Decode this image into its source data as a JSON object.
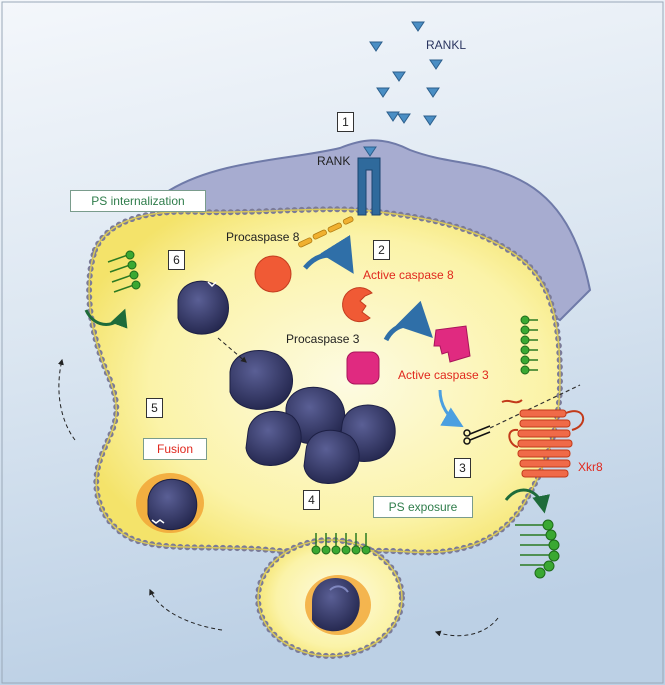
{
  "labels": {
    "rankl": "RANKL",
    "rank": "RANK",
    "procaspase8": "Procaspase 8",
    "active_caspase8": "Active caspase 8",
    "procaspase3": "Procaspase 3",
    "active_caspase3": "Active caspase 3",
    "xkr8": "Xkr8",
    "ps_internalization": "PS internalization",
    "ps_exposure": "PS exposure",
    "fusion": "Fusion"
  },
  "steps": [
    "1",
    "2",
    "3",
    "4",
    "5",
    "6"
  ],
  "colors": {
    "background": "#c9d9ea",
    "cytoplasm": "#fbf5b4",
    "cell_top": "#a9aed1",
    "nucleus": "#2e3260",
    "caspase8": "#f0603a",
    "caspase3": "#e0257a",
    "xkr8": "#e8563a",
    "ps_lipid": "#3aa832",
    "label_red": "#e0281e",
    "label_green": "#2f7d4b"
  }
}
